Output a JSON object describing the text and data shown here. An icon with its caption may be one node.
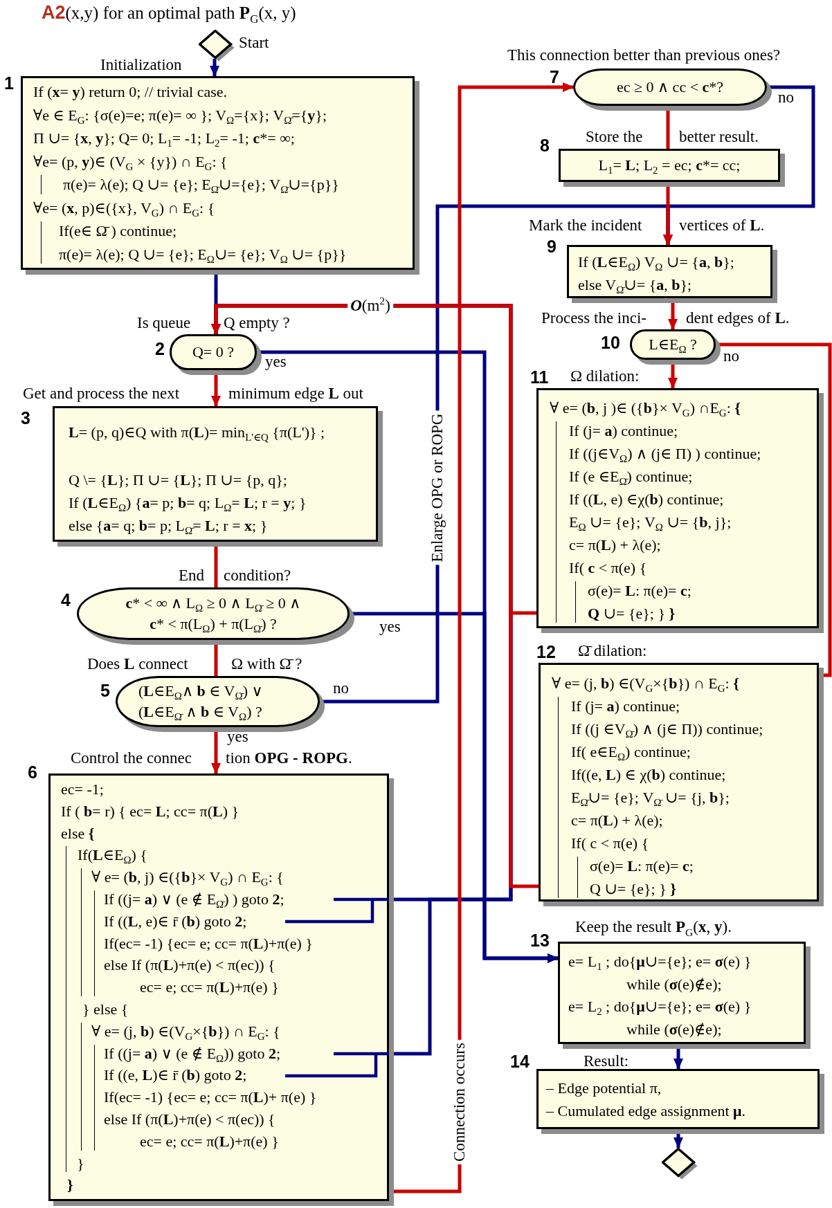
{
  "diagram": {
    "title": "**A2**(x,y) for an optimal path **P**$_{G}$(x, y)",
    "nodes": [
      {
        "text": [],
        "shape": "diamond",
        "beside": [
          "Start"
        ]
      },
      {
        "text": [
          "If (**x**= **y**) return 0; // trivial case.",
          "∀e ∈ E$_{G}$: {σ(e)=e;  π(e)= ∞ }; V$_{Ω}$={x}; V$_{Ω̄}$={**y**};",
          "Π ∪= {**x**, **y**}; Q= 0;  L$_{1}$= -1; L$_{2}$= -1; **c***= ∞;",
          "∀e= (p, **y**)∈ (V$_{G}$ × {y}) ∩ E$_{G}$: {",
          "π(e)= λ(e); Q ∪= {e}; E$_{Ω̄}$∪={e}; V$_{Ω̄}$∪={p}}",
          "∀e= (**x**, p)∈({x}, V$_{G}$) ∩ E$_{G}$: {",
          "If(e∈ Ω̄ ) continue;",
          "π(e)= λ(e); Q ∪= {e}; E$_{Ω}$∪= {e}; V$_{Ω}$ ∪= {p}}"
        ],
        "beside": [
          "1",
          "Initialization"
        ]
      },
      {
        "text": [
          "Q= 0 ?"
        ],
        "beside": [
          "2",
          "Is queue",
          "Q empty ?"
        ]
      },
      {
        "text": [
          "**L**= (p, q)∈Q with π(**L**)= min$_{L'∈Q}$ {π(L')} ;",
          "Q \\= {**L**}; Π ∪= {**L**}; Π ∪= {p, q};",
          "If (**L**∈E$_{Ω}$) {**a**= p; **b**= q; L$_{Ω}$= **L**; r = **y**; }",
          "else {**a**= q; **b**= p; L$_{Ω̄}$= **L**; r = **x**; }"
        ],
        "beside": [
          "3",
          "Get and process the next",
          "minimum edge **L** out"
        ]
      },
      {
        "text": [
          "**c*** < **∞** ∧ L$_{Ω}$ ≥ 0 ∧ L$_{Ω̄}$ ≥ 0 ∧ **c*** < π(L$_{Ω}$) + π(L$_{Ω̄}$) ?"
        ],
        "beside": [
          "4",
          "End",
          "condition?"
        ]
      },
      {
        "text": [
          "(**L**∈E$_{Ω}$∧ **b** ∈ V$_{Ω̄}$) ∨ (**L**∈E$_{Ω̄}$ ∧ **b** ∈ V$_{Ω}$) ?"
        ],
        "beside": [
          "5",
          "Does **L** connect",
          "Ω with Ω̄ ?"
        ]
      },
      {
        "text": [
          "ec= -1;",
          "If ( **b**= r) { ec= **L**; cc= π(**L**) }",
          "else **{**",
          "If(**L**∈E$_{Ω}$) {",
          "∀ e= (**b**, j) ∈({**b**}× V$_{G}$) ∩ E$_{G}$: {",
          "If ((j= **a**) ∨ (e ∉ E$_{Ω̄}$) ) goto **2**;",
          "If ((**L**, e)∈ r̄ (**b**) goto **2**;",
          "If(ec= -1) {ec= e; cc= π(**L**)+π(e) }",
          "else If (π(**L**)+π(e) < π(ec)) {",
          "ec= e; cc= π(**L**)+π(e) }",
          "} else {",
          "∀ e= (j, **b**) ∈(V$_{G}$×{**b**}) ∩ E$_{G}$: {",
          "If ((j= **a**) ∨ (e ∉ E$_{Ω}$)) goto **2**;",
          "If ((e, **L**)∈ r̄ (**b**) goto **2**;",
          "If(ec= -1) {ec= e; cc= π(**L**)+ π(e) }",
          "else If (π(**L**)+π(e) < π(ec)) {",
          "ec= e; cc= π(**L**)+π(e) }",
          "}",
          "**}**"
        ],
        "beside": [
          "6",
          "Control the connec",
          "tion **OPG - ROPG**."
        ]
      },
      {
        "text": [
          "ec ≥ 0 ∧ cc < **c***?"
        ],
        "beside": [
          "7",
          "This connection better than previous ones?"
        ]
      },
      {
        "text": [
          "L$_{1}$= **L**; L$_{2}$ = ec; **c***= cc;"
        ],
        "beside": [
          "8",
          "Store the",
          "better result."
        ]
      },
      {
        "text": [
          "If (**L**∈E$_{Ω}$) V$_{Ω}$ ∪= {**a**, **b**};",
          "else V$_{Ω̄}$∪= {**a**, **b**};"
        ],
        "beside": [
          "9",
          "Mark the incident",
          "vertices of **L**."
        ]
      },
      {
        "text": [
          "L∈E$_{Ω}$ ?"
        ],
        "beside": [
          "10",
          "Process the inci-",
          "dent edges of **L**."
        ]
      },
      {
        "text": [
          "∀ e= (**b**, j )∈ ({**b**}× V$_{G}$) ∩E$_{G}$: **{**",
          "If (j= **a**) continue;",
          "If ((j∈V$_{Ω}$) ∧ (j∈ Π) ) continue;",
          "If (e ∈E$_{Ω̄}$) continue;",
          "If ((**L**, e) ∈χ(**b**) continue;",
          "E$_{Ω}$ ∪= {e}; V$_{Ω}$ ∪= {**b**, j};",
          "c= π(**L**) + λ(e);",
          "If( **c** < π(e) {",
          "σ(e)= **L**: π(e)= **c**;",
          "**Q** ∪= {e}; } **}**"
        ],
        "beside": [
          "11",
          "Ω dilation:"
        ]
      },
      {
        "text": [
          "∀ e= (j, **b**) ∈(V$_{G}$×{**b**}) ∩ E$_{G}$: **{**",
          "If (j= **a**) continue;",
          "If ((j ∈V$_{Ω̄}$) ∧ (j∈ Π)) continue;",
          "If( e∈E$_{Ω}$) continue;",
          "If((e, **L**) ∈ χ(**b**) continue;",
          "E$_{Ω̄}$∪= {e}; V$_{Ω̄}$ ∪= {j, **b**};",
          "c= π(**L**) + λ(e);",
          "If( c < π(e) {",
          "σ(e)= **L**: π(e)= **c**;",
          "Q ∪= {e}; } **}**"
        ],
        "beside": [
          "12",
          "Ω̄ dilation:"
        ]
      },
      {
        "text": [
          "e= L$_{1}$ ; do{**μ**∪={e}; e= **σ**(e) }",
          "while (**σ**(e)∉e);",
          "e= L$_{2}$ ; do{**μ**∪={e}; e= **σ**(e) }",
          "while (**σ**(e)∉e);"
        ],
        "beside": [
          "13",
          "Keep the result **P**$_{G}$(**x**, **y**)."
        ]
      },
      {
        "text": [
          "– Edge potential π,",
          "– Cumulated edge assignment **μ**."
        ],
        "beside": [
          "14",
          "Result:"
        ]
      },
      {
        "text": [],
        "shape": "diamond"
      }
    ],
    "edges": [
      {
        "from": 0,
        "to": 1,
        "arrow": "to",
        "color": "#000080"
      },
      {
        "from": 1,
        "to": 2,
        "arrow": "to",
        "color": "#000080"
      },
      {
        "from": 2,
        "to": 3,
        "arrow": "to"
      },
      {
        "from": 3,
        "to": 4,
        "arrow": "none"
      },
      {
        "from": 4,
        "to": 5,
        "arrow": "none"
      },
      {
        "from": 5,
        "to": 6,
        "arrow": "to",
        "label": "yes"
      },
      {
        "from": 2,
        "to": 13,
        "arrow": "to",
        "label": "yes",
        "color": "#000080"
      },
      {
        "from": 4,
        "to": 13,
        "arrow": "to",
        "label": "yes",
        "color": "#000080"
      },
      {
        "from": 5,
        "to": 9,
        "arrow": "to",
        "label": "no",
        "color": "#000080"
      },
      {
        "from": 6,
        "to": 2,
        "arrow": "to",
        "color": "#000080"
      },
      {
        "from": 6,
        "to": 2,
        "arrow": "to",
        "color": "#000080"
      },
      {
        "from": 6,
        "to": 7,
        "arrow": "to",
        "label": "Connection occurs"
      },
      {
        "from": 7,
        "to": 8,
        "arrow": "none"
      },
      {
        "from": 7,
        "to": 9,
        "arrow": "to",
        "label": "no",
        "color": "#000080"
      },
      {
        "from": 8,
        "to": 9,
        "arrow": "to"
      },
      {
        "from": 9,
        "to": 10,
        "arrow": "to"
      },
      {
        "from": 10,
        "to": 11,
        "arrow": "to"
      },
      {
        "from": 10,
        "to": 12,
        "arrow": "none",
        "label": "no"
      },
      {
        "from": 11,
        "to": 2,
        "arrow": "to",
        "label": "**O**(m$^{2}$)"
      },
      {
        "from": 12,
        "to": 2,
        "arrow": "to"
      },
      {
        "from": 13,
        "to": 14,
        "arrow": "to",
        "color": "#000080"
      },
      {
        "from": 14,
        "to": 15,
        "arrow": "to",
        "color": "#000080"
      }
    ],
    "labels": [
      "Enlarge OPG or ROPG"
    ]
  }
}
